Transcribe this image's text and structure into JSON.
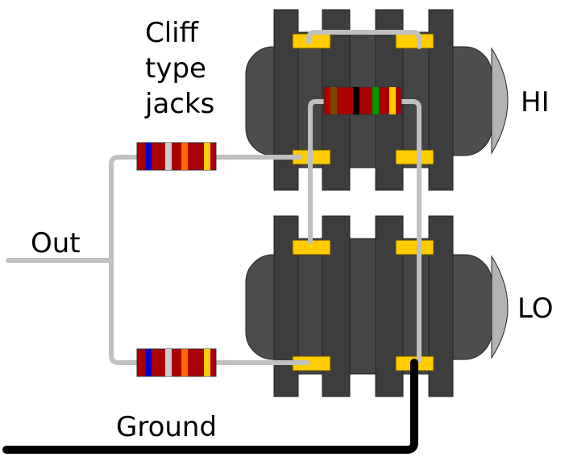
{
  "diagram": {
    "title_lines": [
      "Cliff",
      "type",
      "jacks"
    ],
    "jacks": [
      {
        "label": "HI"
      },
      {
        "label": "LO"
      }
    ],
    "output_label": "Out",
    "ground_label": "Ground"
  },
  "colors": {
    "jack_body": "#4d4d4d",
    "jack_bar": "#3d3d3d",
    "jack_tip": "#b3b3b3",
    "lug": "#ffcc00",
    "wire": "#c0c0c0",
    "ground_wire": "#000000",
    "resistor_body": "#aa0000"
  }
}
